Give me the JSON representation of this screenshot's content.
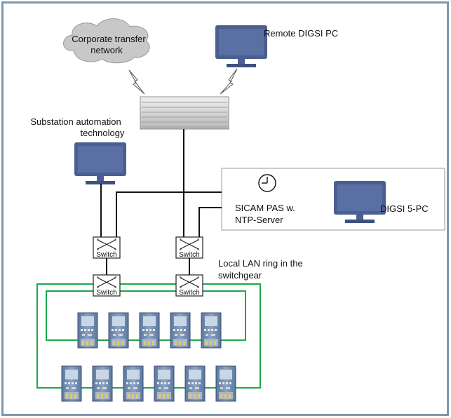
{
  "labels": {
    "cloud_line1": "Corporate transfer",
    "cloud_line2": "network",
    "remote_pc": "Remote DIGSI PC",
    "substation_line1": "Substation automation",
    "substation_line2": "technology",
    "sicam_line1": "SICAM PAS w.",
    "sicam_line2": "NTP-Server",
    "digsi5": "DIGSI 5-PC",
    "lan_line1": "Local LAN ring in the",
    "lan_line2": "switchgear"
  },
  "switches": [
    {
      "label": "Switch"
    },
    {
      "label": "Switch"
    },
    {
      "label": "Switch"
    },
    {
      "label": "Switch"
    }
  ],
  "colors": {
    "frame": "#8096ad",
    "ring": "#1aa84a",
    "cable": "#111111",
    "monitor": "#4b5f90",
    "monitor_screen": "#5a6fa3",
    "cloud": "#c8c8c8",
    "device": "#6f8bb0"
  },
  "device_rows": [
    5,
    6
  ],
  "icons": [
    "cloud-icon",
    "monitor-icon",
    "router-stack-icon",
    "clock-icon",
    "switch-icon",
    "protection-device-icon",
    "lightning-icon"
  ]
}
